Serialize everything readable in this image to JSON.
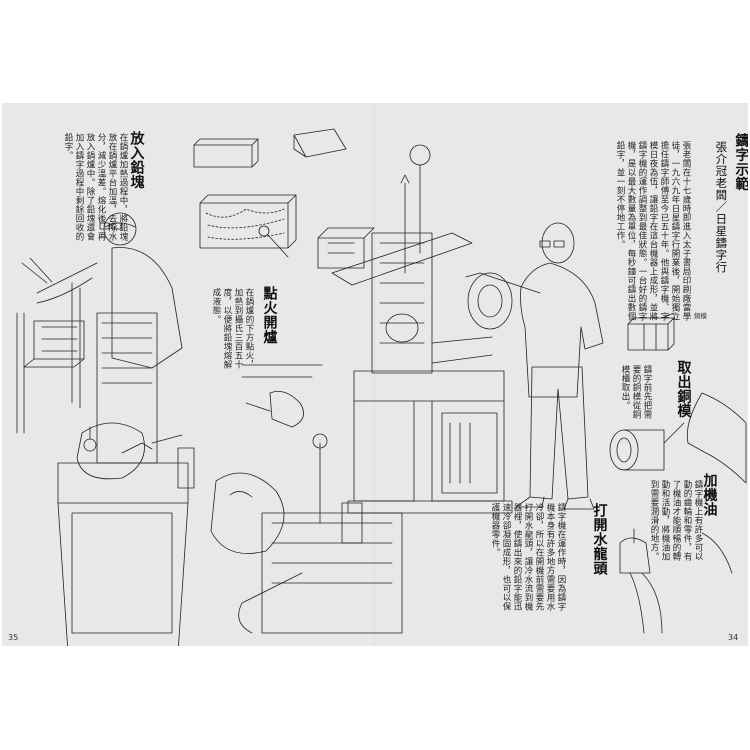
{
  "pages": {
    "left_number": "35",
    "right_number": "34"
  },
  "sections": {
    "insert_lead": {
      "title": "放入鉛塊",
      "body": "在鍋爐加熱過程中，將鉛塊放在鍋爐平台加溫，去除水分，減少溫差。熔化後，再放入鍋爐中。除了鉛塊還會加入鑄字過程中剩餘回收的鉛字。"
    },
    "ignite": {
      "title": "點火開爐",
      "body": "在鍋爐的下方點火，加熱到攝氏三百五十度，以便將鉛塊熔解成液態。"
    },
    "demo": {
      "title": "鑄字示範",
      "subtitle": "張介冠老闆／日星鑄字行",
      "body": "張老闆在十七歲時即進入太子書局印刷廠當學徒，一九六九年日星鑄字行開業後，開始獨立擔任鑄字師傅至今已五十年。他與鑄字機、字模日夜為伍，讓鉛字在這台機器上成形，並將鑄字機的運作調整到最佳狀態。一台好的鑄字機，是以最大數量為單位，每秒鐘可鑄出數個鉛字，並一刻不停地工作。"
    },
    "remove_mold": {
      "title": "取出銅模",
      "body": "鑄字前先把需要的銅模從銅模櫃取出。"
    },
    "add_oil": {
      "title": "加機油",
      "body": "鑄字機上有許多可以動的齒輪和零件，有了機油才能順暢的轉動和活動，將機油加到需要潤滑的地方。"
    },
    "water_valve": {
      "title": "打開水龍頭",
      "body": "鑄字機在運作時，因為鑄字機本身有許多地方需要用水冷卻，所以在開機前需要先打開水龍頭，讓冷水流到機器裡，使鑄出來的鉛字能迅速冷卻凝固成形，也可以保護機器零件。"
    }
  },
  "labels": {
    "mold_tray": "銅模"
  }
}
